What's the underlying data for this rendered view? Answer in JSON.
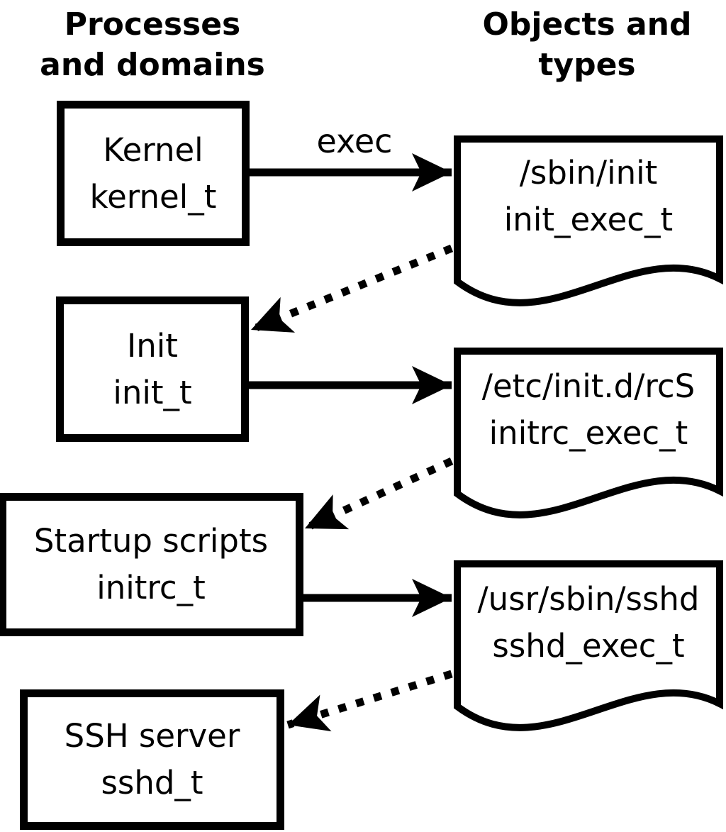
{
  "page": {
    "background_color": "#ffffff",
    "foreground_color": "#000000"
  },
  "headers": {
    "left": {
      "line1": "Processes",
      "line2": "and domains"
    },
    "right": {
      "line1": "Objects and",
      "line2": "types"
    }
  },
  "arrow_labels": {
    "exec": "exec"
  },
  "nodes": {
    "processes": [
      {
        "id": "kernel",
        "name": "Kernel",
        "domain": "kernel_t"
      },
      {
        "id": "init",
        "name": "Init",
        "domain": "init_t"
      },
      {
        "id": "startup",
        "name": "Startup scripts",
        "domain": "initrc_t"
      },
      {
        "id": "sshd",
        "name": "SSH server",
        "domain": "sshd_t"
      }
    ],
    "objects": [
      {
        "id": "sbin-init",
        "path": "/sbin/init",
        "type": "init_exec_t"
      },
      {
        "id": "rcs",
        "path": "/etc/init.d/rcS",
        "type": "initrc_exec_t"
      },
      {
        "id": "sshd-bin",
        "path": "/usr/sbin/sshd",
        "type": "sshd_exec_t"
      }
    ]
  },
  "edges": [
    {
      "from": "kernel",
      "to": "sbin-init",
      "style": "solid",
      "label": "exec"
    },
    {
      "from": "sbin-init",
      "to": "init",
      "style": "dotted"
    },
    {
      "from": "init",
      "to": "rcs",
      "style": "solid"
    },
    {
      "from": "rcs",
      "to": "startup",
      "style": "dotted"
    },
    {
      "from": "startup",
      "to": "sshd-bin",
      "style": "solid"
    },
    {
      "from": "sshd-bin",
      "to": "sshd",
      "style": "dotted"
    }
  ]
}
